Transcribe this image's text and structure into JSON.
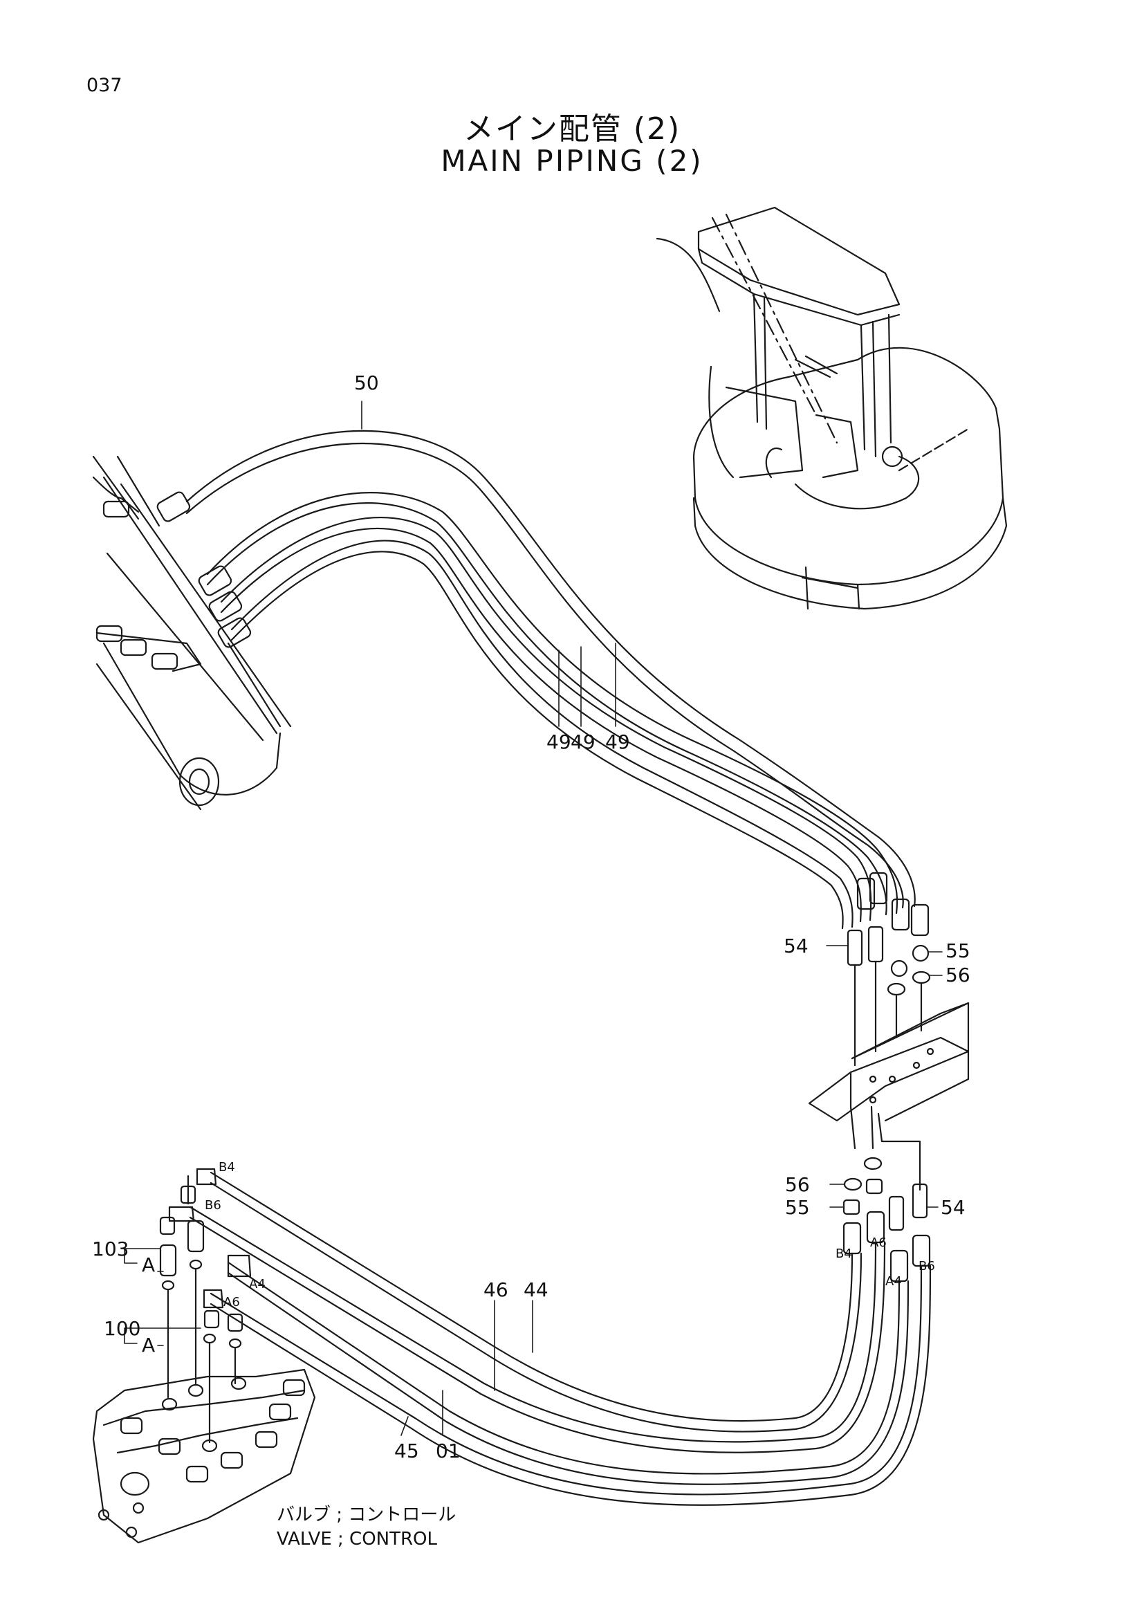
{
  "page": {
    "number": "037"
  },
  "title": {
    "japanese": "メイン配管 (2)",
    "english": "MAIN PIPING (2)"
  },
  "callouts": {
    "hose_top": "50",
    "hose_a": "49",
    "hose_b": "49",
    "hose_c": "49",
    "adapter_upper": "54",
    "nut_upper": "55",
    "washer_upper": "56",
    "washer_lower": "56",
    "nut_lower": "55",
    "adapter_lower": "54",
    "hose_46": "46",
    "hose_44": "44",
    "hose_45": "45",
    "hose_01": "01",
    "fitting_103": "103",
    "fitting_100": "100",
    "view_a_1": "A",
    "view_a_2": "A"
  },
  "ports": {
    "valve_b4": "B4",
    "valve_b6": "B6",
    "valve_a4": "A4",
    "valve_a6": "A6",
    "bracket_b4": "B4",
    "bracket_a6": "A6",
    "bracket_a4": "A4",
    "bracket_b6": "B6"
  },
  "valve_label": {
    "japanese": "バルブ ; コントロール",
    "english": "VALVE ; CONTROL"
  }
}
